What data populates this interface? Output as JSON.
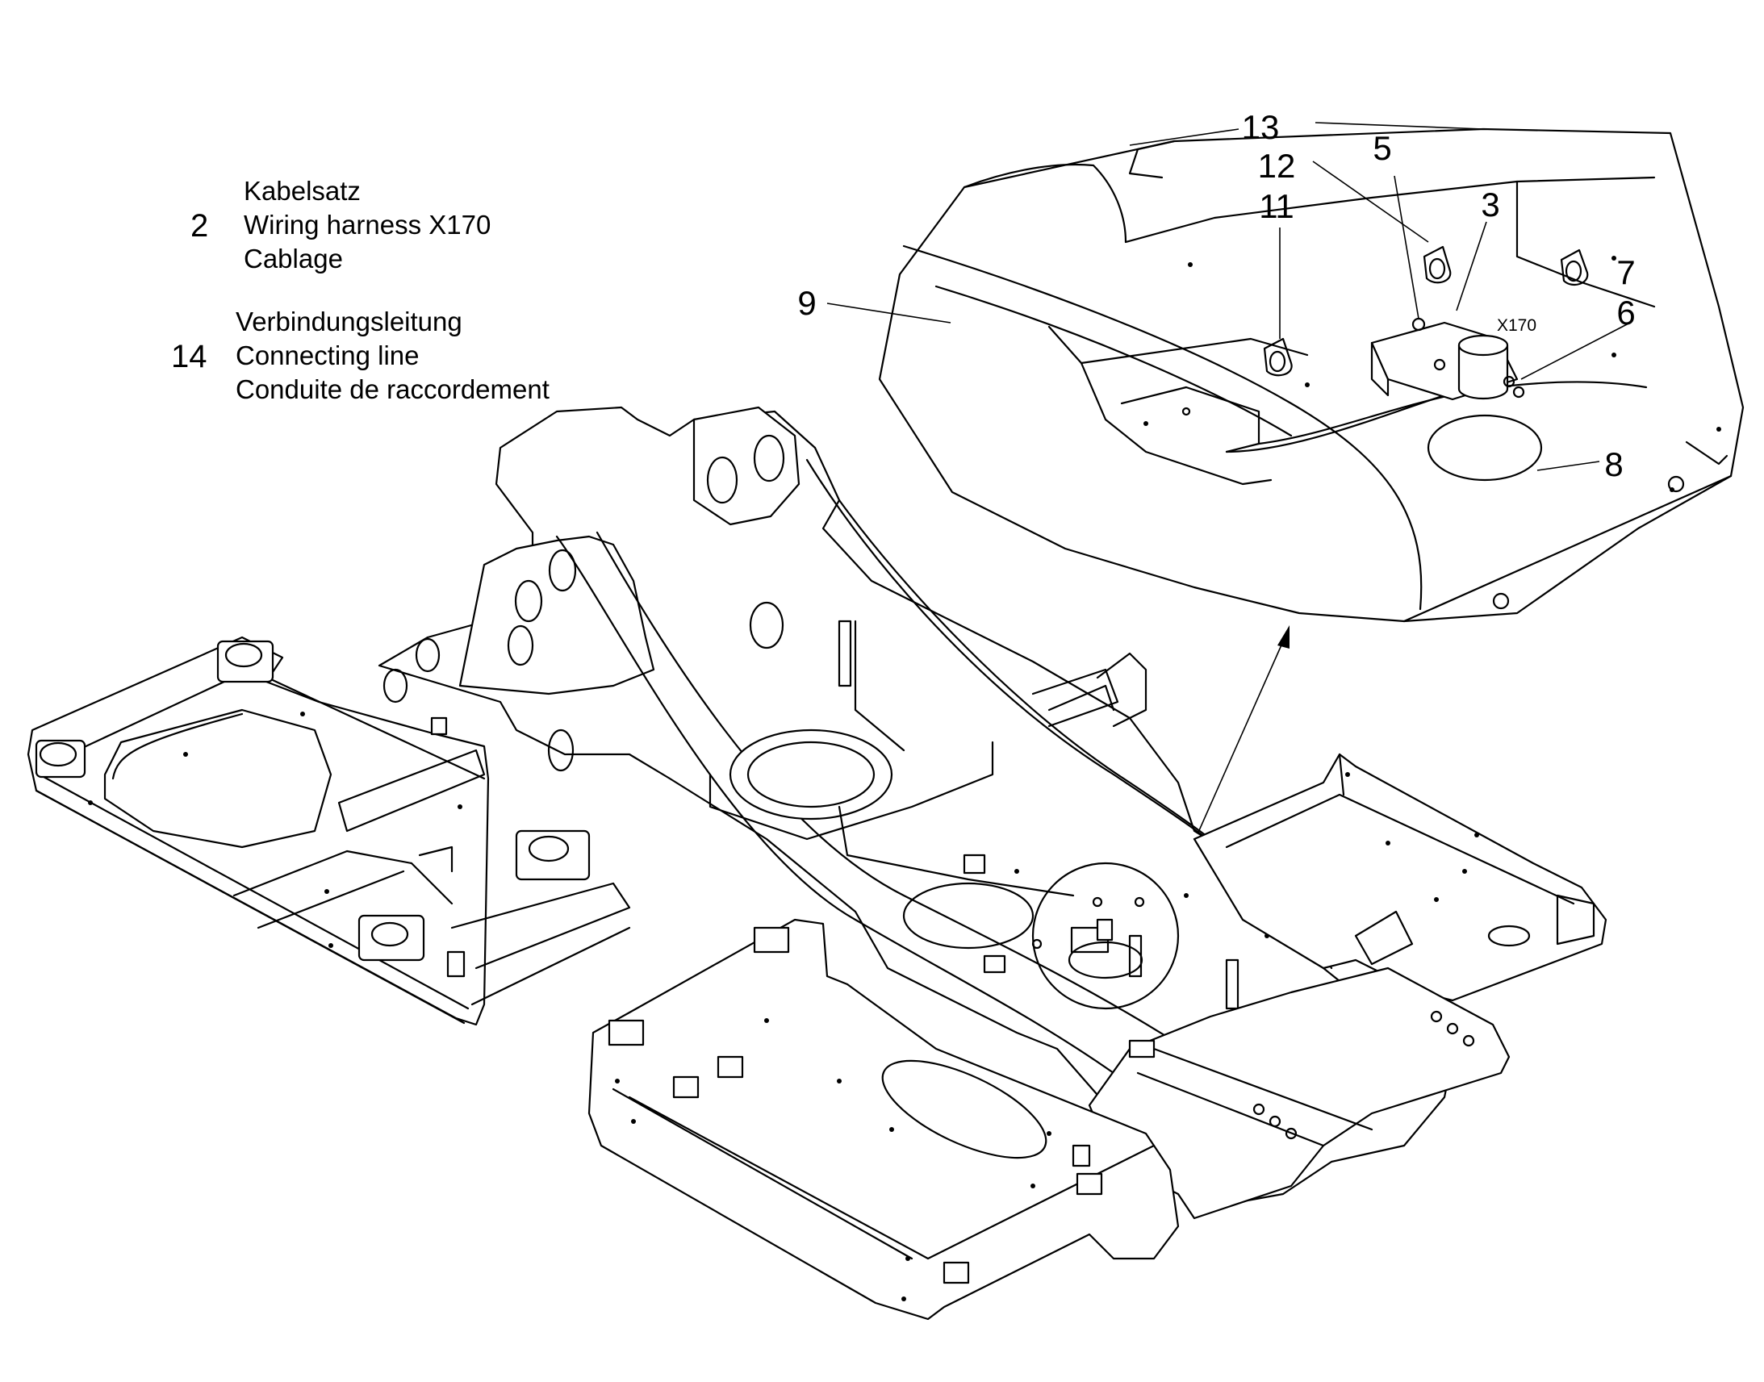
{
  "legend": [
    {
      "number": "2",
      "lines": [
        "Kabelsatz",
        "Wiring harness X170",
        "Cablage"
      ]
    },
    {
      "number": "14",
      "lines": [
        "Verbindungsleitung",
        "Connecting line",
        "Conduite de raccordement"
      ]
    }
  ],
  "callouts": {
    "c13": "13",
    "c12": "12",
    "c11": "11",
    "c5": "5",
    "c3": "3",
    "c7": "7",
    "c6": "6",
    "c9": "9",
    "c8": "8"
  },
  "connector_label": "X170"
}
